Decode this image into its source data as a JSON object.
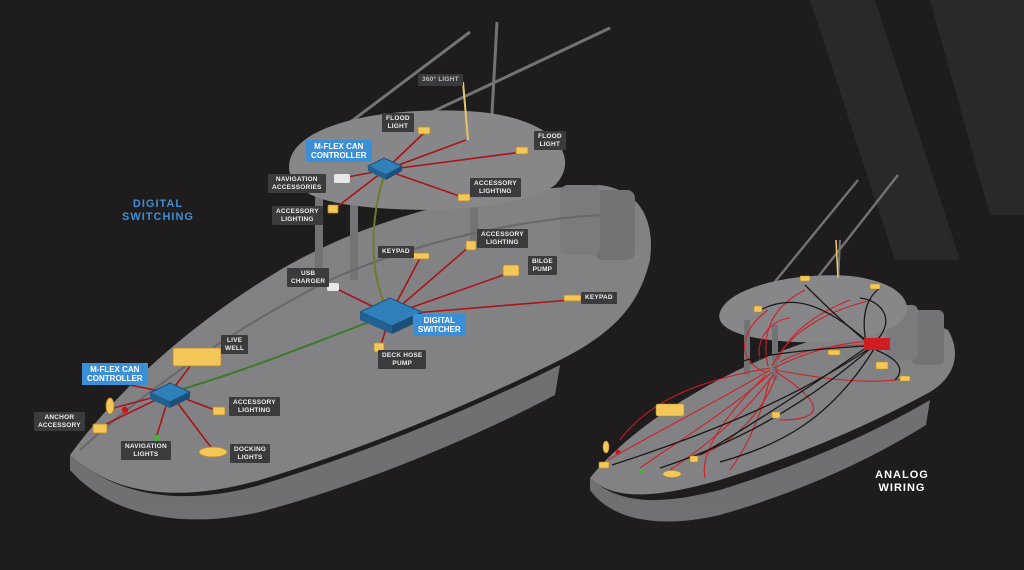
{
  "titles": {
    "digital": "DIGITAL\nSWITCHING",
    "analog": "ANALOG\nWIRING"
  },
  "labels": {
    "light360": "360° LIGHT",
    "flood_left": "FLOOD\nLIGHT",
    "flood_right": "FLOOD\nLIGHT",
    "can_upper": "M-FLEX CAN\nCONTROLLER",
    "nav_accessories": "NAVIGATION\nACCESSORIES",
    "accessory_lighting_top_right": "ACCESSORY\nLIGHTING",
    "accessory_lighting_top_left": "ACCESSORY\nLIGHTING",
    "keypad_mid": "KEYPAD",
    "accessory_lighting_mid": "ACCESSORY\nLIGHTING",
    "usb_charger": "USB\nCHARGER",
    "bilge_pump": "BILGE\nPUMP",
    "keypad_right": "KEYPAD",
    "digital_switcher": "DIGITAL\nSWITCHER",
    "live_well": "LIVE\nWELL",
    "deck_hose_pump": "DECK HOSE\nPUMP",
    "can_lower": "M-FLEX CAN\nCONTROLLER",
    "accessory_lighting_low": "ACCESSORY\nLIGHTING",
    "anchor_accessory": "ANCHOR\nACCESSORY",
    "navigation_lights": "NAVIGATION\nLIGHTS",
    "docking_lights": "DOCKING\nLIGHTS"
  },
  "colors": {
    "background": "#1e1c1d",
    "boat": "#8a8a8c",
    "wire_red": "#c4161c",
    "wire_green": "#3a7a2a",
    "module_blue": "#2f7fb8",
    "accent_blue": "#3a8fd6",
    "fixture_yellow": "#f3c75a"
  }
}
